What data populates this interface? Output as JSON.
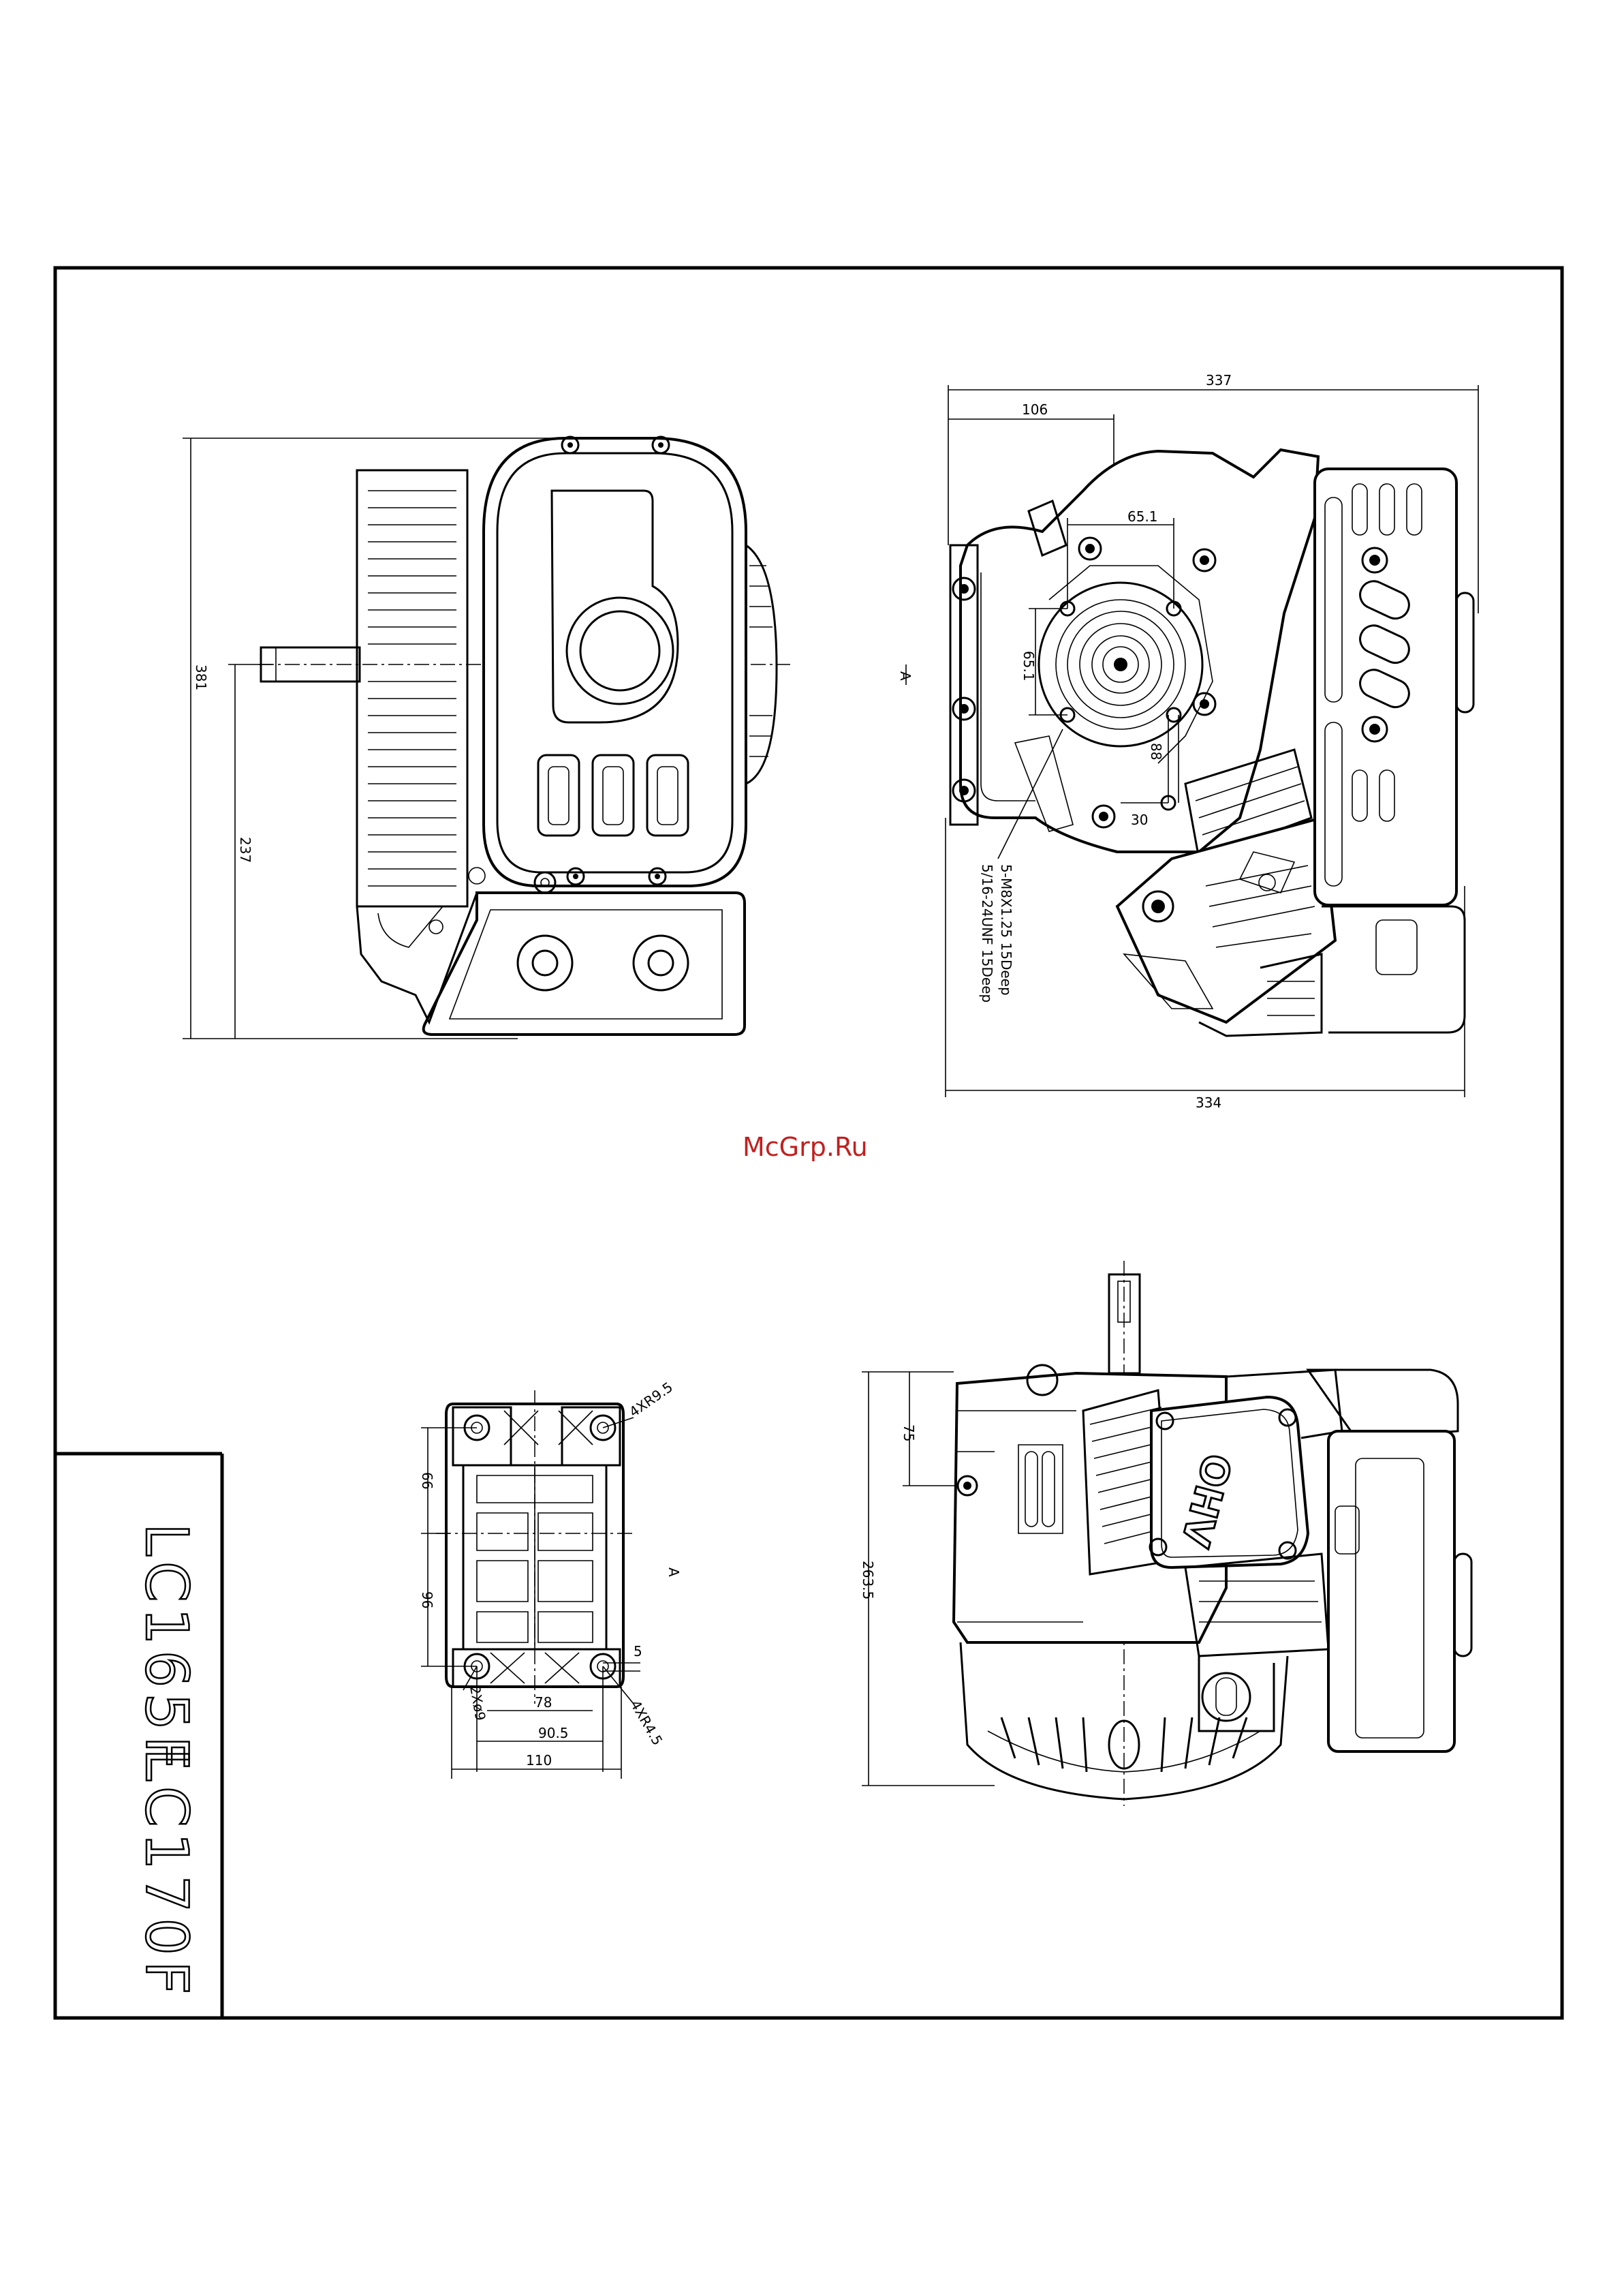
{
  "watermark": "McGrp.Ru",
  "title_block": {
    "model_1": "LC165F",
    "model_2": "LC170F"
  },
  "front_view": {
    "dim_total_height": "381",
    "dim_shaft_height": "237"
  },
  "side_view": {
    "dim_total_width_top": "337",
    "dim_offset_106": "106",
    "dim_hole_spacing_h": "65.1",
    "dim_hole_spacing_v": "65.1",
    "dim_88": "88",
    "dim_30": "30",
    "dim_total_width_bottom": "334",
    "view_marker": "A",
    "thread_note_1": "5-M8X1.25 15Deep",
    "thread_note_2": "5/16-24UNF 15Deep"
  },
  "base_view": {
    "dim_66": "66",
    "dim_96": "96",
    "dim_78": "78",
    "dim_90_5": "90.5",
    "dim_110": "110",
    "dim_5": "5",
    "hole_note_top": "4XR9.5",
    "hole_note_slot": "4XR4.5",
    "hole_note_left": "2Xø9",
    "view_marker": "A"
  },
  "top_view": {
    "dim_75": "75",
    "dim_263_5": "263.5",
    "head_label": "OHV"
  }
}
